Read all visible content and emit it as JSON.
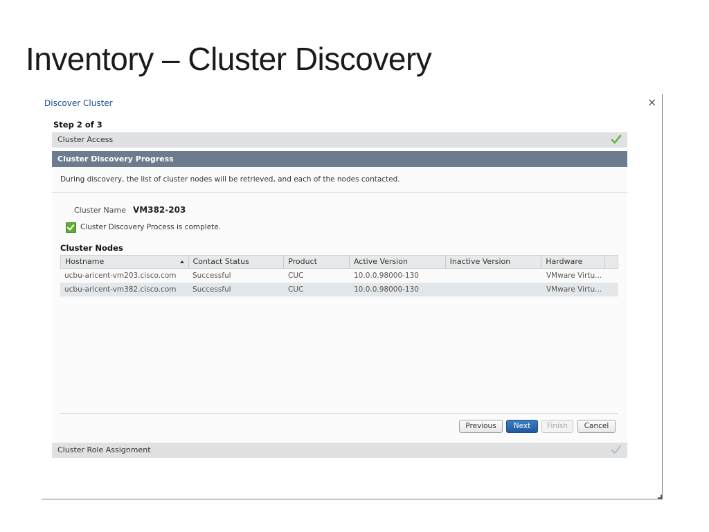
{
  "slide": {
    "title": "Inventory – Cluster Discovery"
  },
  "dialog": {
    "title": "Discover Cluster",
    "close": "×",
    "step": "Step 2 of 3",
    "sections": {
      "access": "Cluster Access",
      "progress": "Cluster Discovery Progress",
      "role": "Cluster Role Assignment"
    },
    "description": "During discovery, the list of cluster nodes will be retrieved, and each of the nodes contacted.",
    "cluster_name_label": "Cluster Name",
    "cluster_name_value": "VM382-203",
    "complete_text": "Cluster Discovery Process is complete.",
    "nodes_label": "Cluster Nodes",
    "columns": [
      "Hostname",
      "Contact Status",
      "Product",
      "Active Version",
      "Inactive Version",
      "Hardware"
    ],
    "rows": [
      [
        "ucbu-aricent-vm203.cisco.com",
        "Successful",
        "CUC",
        "10.0.0.98000-130",
        "",
        "VMware Virtu..."
      ],
      [
        "ucbu-aricent-vm382.cisco.com",
        "Successful",
        "CUC",
        "10.0.0.98000-130",
        "",
        "VMware Virtu..."
      ]
    ],
    "buttons": {
      "previous": "Previous",
      "next": "Next",
      "finish": "Finish",
      "cancel": "Cancel"
    }
  },
  "colors": {
    "accent": "#1f5a9e",
    "active_section": "#6c7c8e",
    "success": "#5fae2f"
  },
  "icons": {
    "access_done": "check-icon",
    "role_pending": "check-icon"
  }
}
